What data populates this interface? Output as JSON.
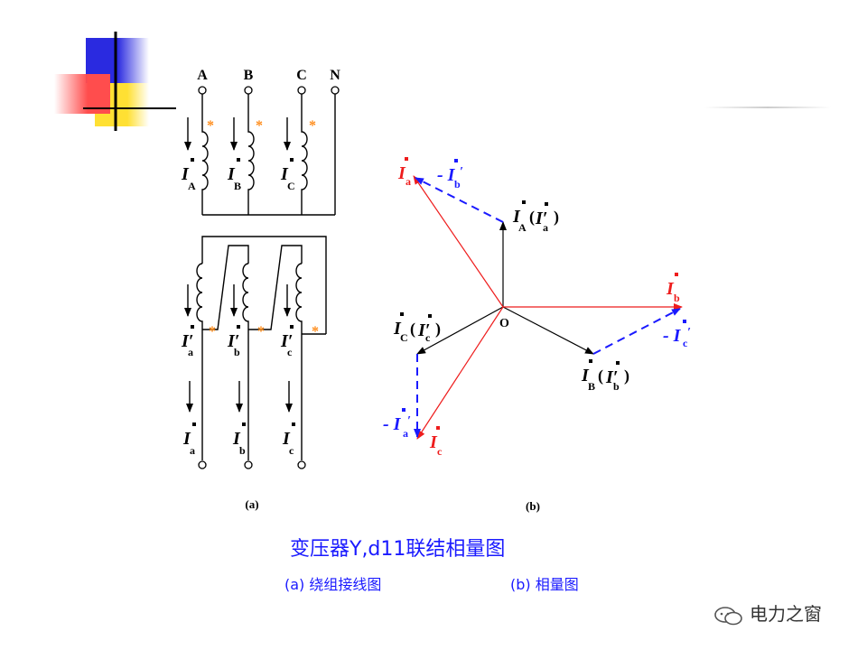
{
  "colors": {
    "logo_blue": "#2a2ae0",
    "logo_red": "#ff4d4d",
    "logo_yellow": "#ffe033",
    "phasor_red": "#ee1c1c",
    "phasor_blue": "#1a1aff",
    "star_orange": "#ff8c1a",
    "caption_blue": "#1a1aff"
  },
  "wiring": {
    "terminals": [
      "A",
      "B",
      "C",
      "N"
    ],
    "star_mark": "*",
    "primary_current_subscripts": [
      "A",
      "B",
      "C"
    ],
    "secondary_winding_subscripts": [
      "a",
      "b",
      "c"
    ],
    "line_current_subscripts": [
      "a",
      "b",
      "c"
    ],
    "panel_label": "(a)"
  },
  "phasor": {
    "origin_label": "O",
    "panel_label": "(b)",
    "labels": {
      "ia": "I",
      "minus_ib_prime": "- I",
      "iA_ia_prime": "I",
      "ib": "I",
      "minus_ic_prime": "- I",
      "iC_ic_prime": "I",
      "iB_ib_prime": "I",
      "minus_ia_prime": "- I",
      "ic": "I"
    }
  },
  "caption": {
    "title": "变压器Y,d11联结相量图",
    "sub_a": "(a) 绕组接线图",
    "sub_b": "(b) 相量图"
  },
  "watermark": {
    "text": "电力之窗",
    "icon": "wechat-icon"
  }
}
